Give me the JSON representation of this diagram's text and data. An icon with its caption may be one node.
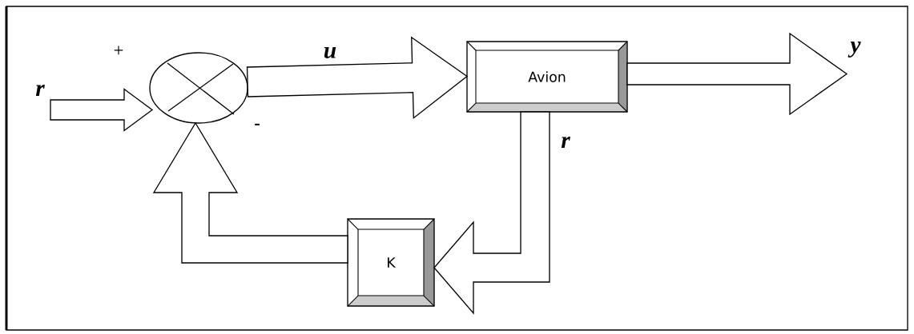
{
  "diagram": {
    "nodes": [
      {
        "text": [],
        "shape": "circle"
      },
      {
        "text": [
          "Avion"
        ]
      },
      {
        "text": [
          "K"
        ]
      }
    ],
    "edges": [
      {
        "from": null,
        "to": 0,
        "arrow": "to",
        "label": "r"
      },
      {
        "from": 0,
        "to": 1,
        "arrow": "to",
        "label": "u"
      },
      {
        "from": 1,
        "to": null,
        "arrow": "to",
        "label": "y"
      },
      {
        "from": 1,
        "to": 2,
        "arrow": "to",
        "label": "r"
      },
      {
        "from": 2,
        "to": 0,
        "arrow": "to"
      }
    ],
    "labels": [
      "+",
      "-"
    ]
  }
}
